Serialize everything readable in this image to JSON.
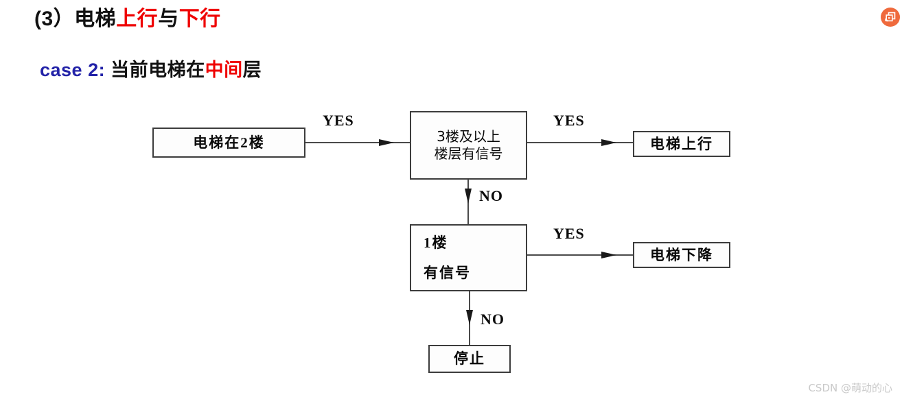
{
  "slide": {
    "title_parts": [
      {
        "text": "(3）电梯",
        "color": "black"
      },
      {
        "text": "上行",
        "color": "red"
      },
      {
        "text": "与",
        "color": "black"
      },
      {
        "text": "下行",
        "color": "red"
      }
    ],
    "case_parts": [
      {
        "text": "case 2:",
        "color": "blue"
      },
      {
        "text": " 当前电梯在",
        "color": "black"
      },
      {
        "text": "中间",
        "color": "red"
      },
      {
        "text": "层",
        "color": "black"
      }
    ],
    "title_plain": "(3）电梯上行与下行",
    "case_plain": "case 2: 当前电梯在中间层"
  },
  "colors": {
    "red": "#ef0000",
    "blue": "#2323a8",
    "black": "#111111",
    "badge_orange": "#ef6a3d",
    "node_border": "#3c3c3c",
    "connector": "#4a4a4a",
    "watermark": "#c9c9c9"
  },
  "badge": {
    "icon": "duplicate-slides-icon"
  },
  "flowchart": {
    "nodes": [
      {
        "id": "start",
        "label": "电梯在2楼",
        "lines": [
          "电梯在2楼"
        ]
      },
      {
        "id": "decision-1",
        "label": "3楼及以上楼层有信号",
        "lines": [
          "3楼及以上",
          "楼层有信号"
        ]
      },
      {
        "id": "up",
        "label": "电梯上行",
        "lines": [
          "电梯上行"
        ]
      },
      {
        "id": "decision-2",
        "label": "1楼有信号",
        "lines": [
          "1楼",
          "有信号"
        ]
      },
      {
        "id": "down",
        "label": "电梯下降",
        "lines": [
          "电梯下降"
        ]
      },
      {
        "id": "stop",
        "label": "停止",
        "lines": [
          "停止"
        ]
      }
    ],
    "edges": [
      {
        "id": "start-to-decision-1",
        "label": "YES",
        "from": "start",
        "to": "decision-1"
      },
      {
        "id": "decision-1-to-up",
        "label": "YES",
        "from": "decision-1",
        "to": "up"
      },
      {
        "id": "decision-1-to-decision-2",
        "label": "NO",
        "from": "decision-1",
        "to": "decision-2"
      },
      {
        "id": "decision-2-to-down",
        "label": "YES",
        "from": "decision-2",
        "to": "down"
      },
      {
        "id": "decision-2-to-stop",
        "label": "NO",
        "from": "decision-2",
        "to": "stop"
      }
    ]
  },
  "watermark": {
    "text": "CSDN @萌动的心"
  }
}
